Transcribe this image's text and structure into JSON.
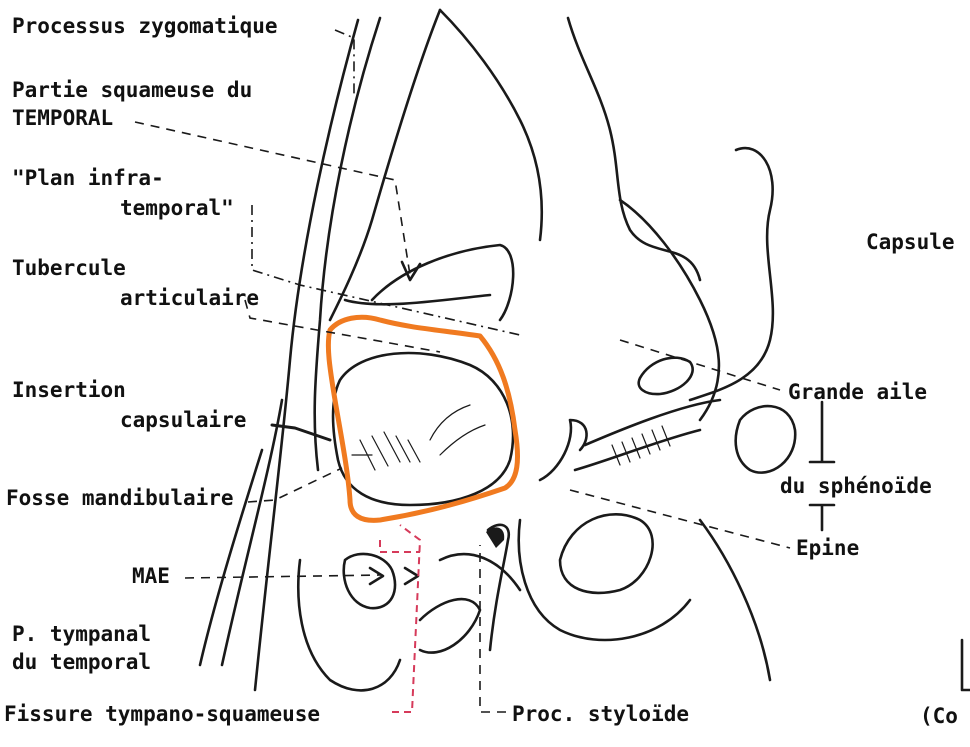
{
  "labels": {
    "processus_zygomatique": "Processus zygomatique",
    "partie_squameuse_1": "Partie squameuse du",
    "partie_squameuse_2": "TEMPORAL",
    "plan_infra_1": "\"Plan infra-",
    "plan_infra_2": "temporal\"",
    "tubercule_1": "Tubercule",
    "tubercule_2": "articulaire",
    "insertion_1": "Insertion",
    "insertion_2": "capsulaire",
    "fosse_mandibulaire": "Fosse mandibulaire",
    "mae": "MAE",
    "p_tympanal_1": "P. tympanal",
    "p_tympanal_2": "du temporal",
    "fissure": "Fissure tympano-squameuse",
    "proc_styloide": "Proc. styloïde",
    "capsule": "Capsule",
    "grande_aile": "Grande aile",
    "du_sphenoide": "du sphénoïde",
    "epine": "Epine",
    "footnote_fragment": "(Co"
  },
  "colors": {
    "capsule_outline": "#f07a20",
    "fissure_line": "#d63a5a",
    "ink": "#1a1a1a"
  }
}
